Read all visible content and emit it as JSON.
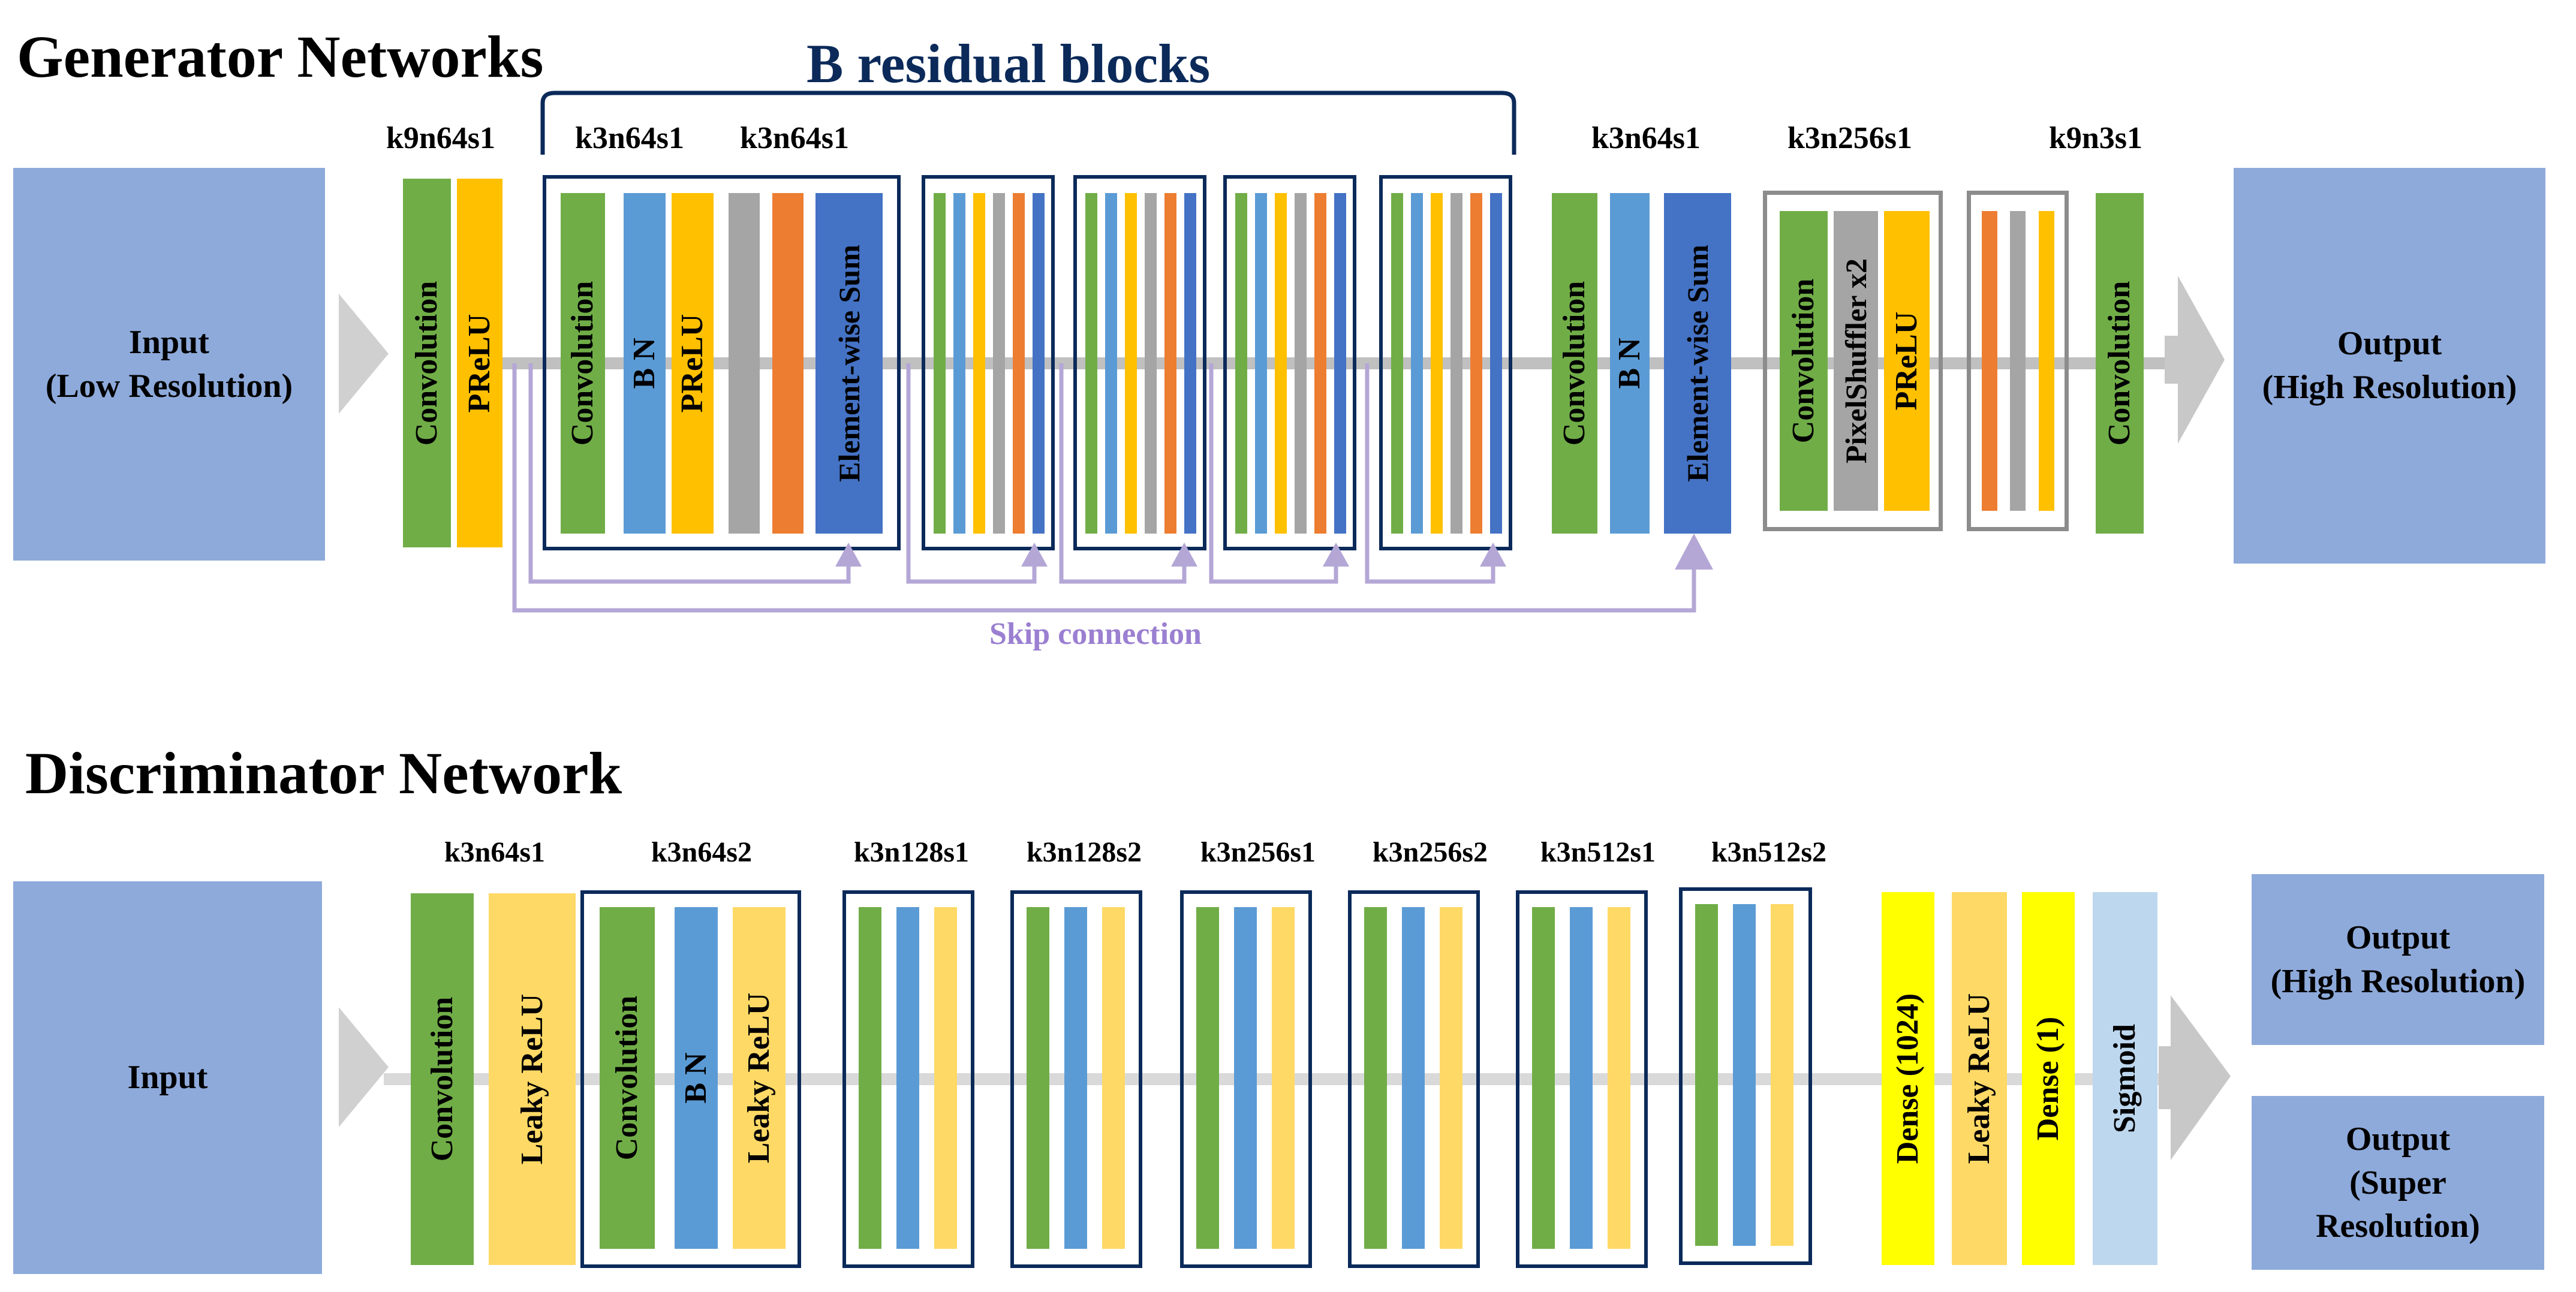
{
  "colors": {
    "green": "#70ad47",
    "orange_prelu": "#ffc000",
    "blue_bn": "#5b9bd5",
    "gray": "#a5a5a5",
    "orange": "#ed7d31",
    "blue_sum": "#4472c4",
    "leaky": "#ffd966",
    "dense_yellow": "#ffff00",
    "sigmoid": "#bdd7ee",
    "io_box": "#8eaadb",
    "skip": "#b4a7d6",
    "frame_dark": "#0b2a5a",
    "frame_gray": "#8c8c8c"
  },
  "generator": {
    "title": "Generator Networks",
    "residual_label": "B residual blocks",
    "skip_label": "Skip connection",
    "input_label": "Input\n(Low Resolution)",
    "output_label": "Output\n(High Resolution)",
    "kernel_labels": {
      "first": "k9n64s1",
      "res_a": "k3n64s1",
      "res_b": "k3n64s1",
      "post": "k3n64s1",
      "upsample": "k3n256s1",
      "final": "k9n3s1"
    },
    "layers": {
      "conv": "Convolution",
      "prelu": "PReLU",
      "bn": "B N",
      "sum": "Element-wise  Sum",
      "pixelshuffler": "PixelShuffler  x2"
    }
  },
  "discriminator": {
    "title": "Discriminator Network",
    "input_label": "Input",
    "output_hr": "Output\n(High Resolution)",
    "output_sr": "Output\n(Super\nResolution)",
    "kernel_labels": [
      "k3n64s1",
      "k3n64s2",
      "k3n128s1",
      "k3n128s2",
      "k3n256s1",
      "k3n256s2",
      "k3n512s1",
      "k3n512s2"
    ],
    "layers": {
      "conv": "Convolution",
      "leaky": "Leaky ReLU",
      "bn": "B N",
      "dense1024": "Dense (1024)",
      "dense1": "Dense (1)",
      "sigmoid": "Sigmoid"
    }
  }
}
